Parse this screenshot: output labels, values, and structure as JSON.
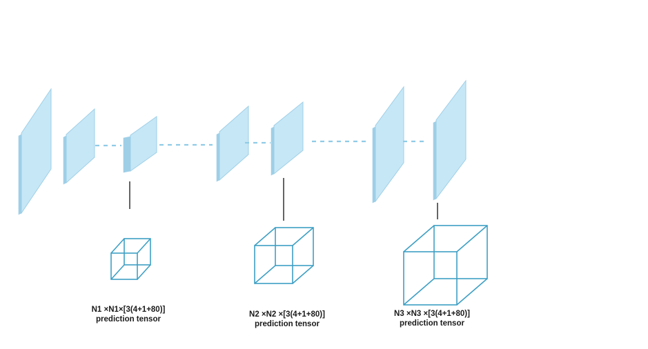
{
  "colors": {
    "layer_fill": "#c6e7f6",
    "layer_edge": "#9ecfe7",
    "connector": "#8fcbe6",
    "cube_stroke": "#3d9fc4",
    "link_line": "#222222",
    "text": "#1a1a1a"
  },
  "outputs": [
    {
      "dims": "N1 ×N1×[3\u0002(4+1+80)]",
      "label": "prediction tensor"
    },
    {
      "dims": "N2 ×N2 ×[3\u0002(4+1+80)]",
      "label": "prediction tensor"
    },
    {
      "dims": "N3 ×N3 ×[3\u0002(4+1+80)]",
      "label": "prediction tensor"
    }
  ]
}
